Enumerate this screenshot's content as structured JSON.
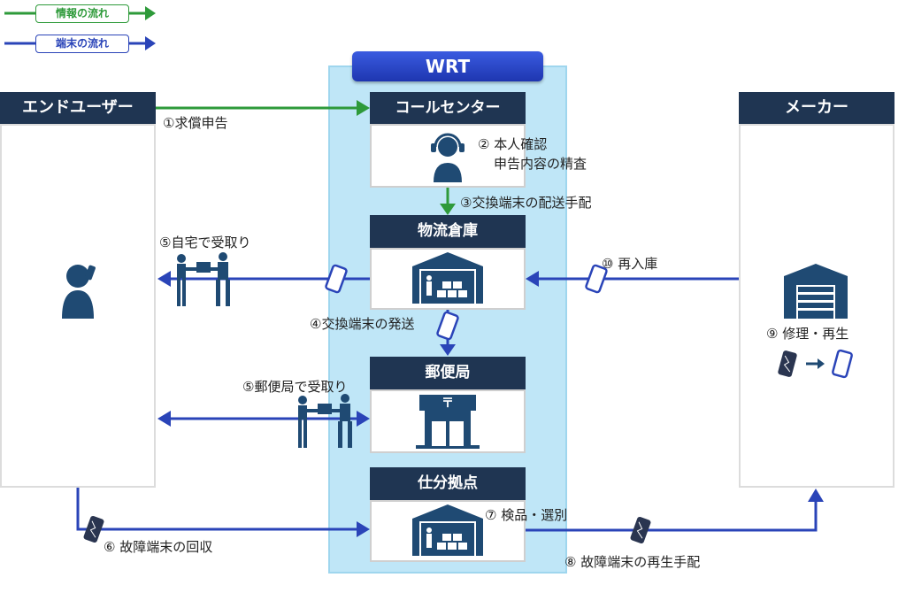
{
  "legend": {
    "info_flow": "情報の流れ",
    "device_flow": "端末の流れ"
  },
  "wrt": {
    "title": "WRT"
  },
  "columns": {
    "end_user": "エンドユーザー",
    "maker": "メーカー"
  },
  "nodes": {
    "call_center": "コールセンター",
    "warehouse": "物流倉庫",
    "post_office": "郵便局",
    "sorting_base": "仕分拠点"
  },
  "post_symbol": "〒",
  "steps": {
    "s1": "①求償申告",
    "s2_line1": "② 本人確認",
    "s2_line2": "申告内容の精査",
    "s3": "③交換端末の配送手配",
    "s4": "④交換端末の発送",
    "s5_home": "⑤自宅で受取り",
    "s5_post": "⑤郵便局で受取り",
    "s6": "⑥ 故障端末の回収",
    "s7": "⑦ 検品・選別",
    "s8": "⑧ 故障端末の再生手配",
    "s9": "⑨ 修理・再生",
    "s10": "⑩ 再入庫"
  },
  "colors": {
    "info_green": "#2e9a3a",
    "device_blue": "#2a44b8",
    "header_navy": "#1f3552",
    "wrt_panel": "#bfe6f7",
    "icon_navy": "#1f4a73"
  },
  "icons": [
    "operator-icon",
    "warehouse-icon",
    "post-office-icon",
    "factory-icon",
    "user-phone-icon",
    "delivery-person-icon",
    "smartphone-icon",
    "broken-phone-icon"
  ]
}
